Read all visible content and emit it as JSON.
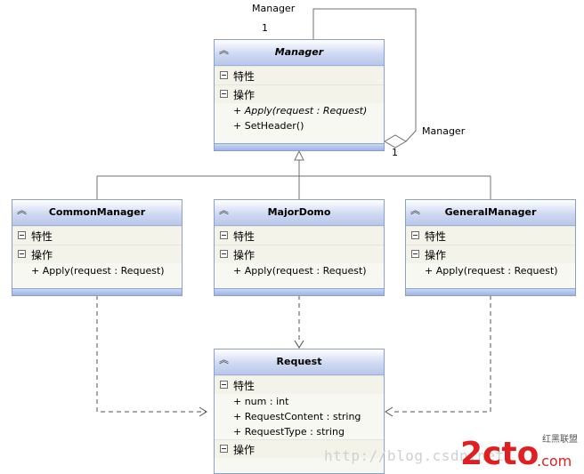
{
  "diagram": {
    "self_assoc": {
      "top_label": "Manager",
      "top_mult": "1",
      "right_label": "Manager",
      "right_mult": "1"
    },
    "classes": [
      {
        "key": "manager",
        "name": "Manager",
        "italic_title": true,
        "properties_label": "特性",
        "operations_label": "操作",
        "attributes": [],
        "operations": [
          {
            "text": "+ Apply(request : Request)",
            "italic": true
          },
          {
            "text": "+ SetHeader()",
            "italic": false
          }
        ]
      },
      {
        "key": "common-manager",
        "name": "CommonManager",
        "italic_title": false,
        "properties_label": "特性",
        "operations_label": "操作",
        "attributes": [],
        "operations": [
          {
            "text": "+ Apply(request : Request)",
            "italic": false
          }
        ]
      },
      {
        "key": "major-domo",
        "name": "MajorDomo",
        "italic_title": false,
        "properties_label": "特性",
        "operations_label": "操作",
        "attributes": [],
        "operations": [
          {
            "text": "+ Apply(request : Request)",
            "italic": false
          }
        ]
      },
      {
        "key": "general-manager",
        "name": "GeneralManager",
        "italic_title": false,
        "properties_label": "特性",
        "operations_label": "操作",
        "attributes": [],
        "operations": [
          {
            "text": "+ Apply(request : Request)",
            "italic": false
          }
        ]
      },
      {
        "key": "request",
        "name": "Request",
        "italic_title": false,
        "properties_label": "特性",
        "operations_label": "操作",
        "attributes": [
          "+ num : int",
          "+ RequestContent : string",
          "+ RequestType : string"
        ],
        "operations": []
      }
    ]
  },
  "watermark": {
    "url": "http://blog.csdn.net/",
    "brand_main": "2cto",
    "brand_suffix": ".com",
    "brand_cn": "红黑联盟"
  },
  "colors": {
    "header_blue": "#b9c7ea",
    "border_blue": "#8aa0c8",
    "compartment_bg": "#f3f3ea",
    "line_gray": "#7a7a7a",
    "logo_red": "#e02020"
  }
}
